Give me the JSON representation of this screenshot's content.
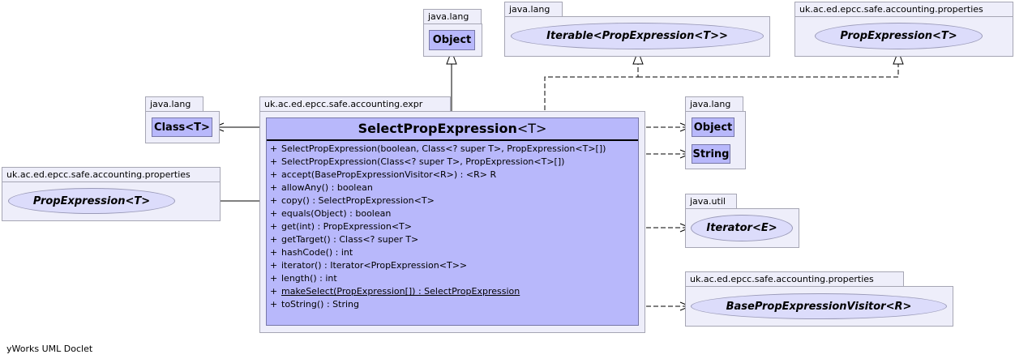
{
  "diagram": {
    "footer": "yWorks UML Doclet",
    "main": {
      "package": "uk.ac.ed.epcc.safe.accounting.expr",
      "class_name": "SelectPropExpression",
      "type_params": "<T>",
      "operations": [
        {
          "visibility": "+",
          "signature": "SelectPropExpression(boolean, Class<? super T>, PropExpression<T>[])",
          "static": false
        },
        {
          "visibility": "+",
          "signature": "SelectPropExpression(Class<? super T>, PropExpression<T>[])",
          "static": false
        },
        {
          "visibility": "+",
          "signature": "accept(BasePropExpressionVisitor<R>) : <R> R",
          "static": false
        },
        {
          "visibility": "+",
          "signature": "allowAny() : boolean",
          "static": false
        },
        {
          "visibility": "+",
          "signature": "copy() : SelectPropExpression<T>",
          "static": false
        },
        {
          "visibility": "+",
          "signature": "equals(Object) : boolean",
          "static": false
        },
        {
          "visibility": "+",
          "signature": "get(int) : PropExpression<T>",
          "static": false
        },
        {
          "visibility": "+",
          "signature": "getTarget() : Class<? super T>",
          "static": false
        },
        {
          "visibility": "+",
          "signature": "hashCode() : int",
          "static": false
        },
        {
          "visibility": "+",
          "signature": "iterator() : Iterator<PropExpression<T>>",
          "static": false
        },
        {
          "visibility": "+",
          "signature": "length() : int",
          "static": false
        },
        {
          "visibility": "+",
          "signature": "makeSelect(PropExpression[]) : SelectPropExpression",
          "static": true
        },
        {
          "visibility": "+",
          "signature": "toString() : String",
          "static": false
        }
      ]
    },
    "superclass": {
      "package": "java.lang",
      "name": "Object"
    },
    "iterable": {
      "package": "java.lang",
      "name": "Iterable<PropExpression<T>>"
    },
    "prop_top": {
      "package": "uk.ac.ed.epcc.safe.accounting.properties",
      "name": "PropExpression<T>"
    },
    "class_t": {
      "package": "java.lang",
      "name": "Class<T>"
    },
    "prop_left": {
      "package": "uk.ac.ed.epcc.safe.accounting.properties",
      "name": "PropExpression<T>"
    },
    "java_lang_right": {
      "package": "java.lang",
      "object": "Object",
      "string": "String"
    },
    "iterator": {
      "package": "java.util",
      "name": "Iterator<E>"
    },
    "visitor": {
      "package": "uk.ac.ed.epcc.safe.accounting.properties",
      "name": "BasePropExpressionVisitor<R>"
    }
  }
}
